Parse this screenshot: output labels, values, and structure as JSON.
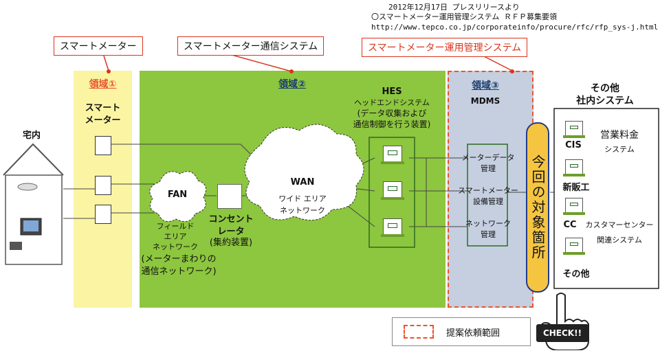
{
  "source": {
    "line1": "2012年12月17日 プレスリリースより",
    "line2": "〇スマートメーター運用管理システム ＲＦＰ募集要領",
    "line3": "http://www.tepco.co.jp/corporateinfo/procure/rfc/rfp_sys-j.html"
  },
  "callouts": {
    "smart_meter": "スマートメーター",
    "comm_system": "スマートメーター通信システム",
    "ops_system": "スマートメーター運用管理システム"
  },
  "home": {
    "label": "宅内"
  },
  "zone1": {
    "label": "領域①",
    "title_line1": "スマート",
    "title_line2": "メーター"
  },
  "zone2": {
    "label": "領域②",
    "fan": {
      "title": "FAN",
      "line1": "フィールド",
      "line2": "エリア",
      "line3": "ネットワーク",
      "line4": "(メーターまわりの",
      "line5": "通信ネットワーク)"
    },
    "concentrator": {
      "line1": "コンセント",
      "line2": "レータ",
      "line3": "(集約装置)"
    },
    "wan": {
      "title": "WAN",
      "line1": "ワイド エリア",
      "line2": "ネットワーク"
    },
    "hes": {
      "title": "HES",
      "line1": "ヘッドエンドシステム",
      "line2": "(データ収集および",
      "line3": "通信制御を行う装置)"
    }
  },
  "zone3": {
    "label": "領域③",
    "title": "MDMS",
    "item1_line1": "メーターデータ",
    "item1_line2": "管理",
    "item2_line1": "スマートメーター",
    "item2_line2": "設備管理",
    "item3_line1": "ネットワーク",
    "item3_line2": "管理"
  },
  "target": {
    "text": "今回の対象箇所"
  },
  "other": {
    "title_line1": "その他",
    "title_line2": "社内システム",
    "cis": "CIS",
    "eigyo_line1": "営業料金",
    "eigyo_line2": "システム",
    "shinhanko": "新販工",
    "cc": "CC",
    "cc_desc_line1": "カスタマーセンター",
    "cc_desc_line2": "関連システム",
    "sonota": "その他"
  },
  "legend": {
    "label": "提案依頼範囲"
  },
  "check": {
    "label": "CHECK!!"
  },
  "colors": {
    "zone1": "#fbf4a3",
    "zone2": "#8dc63f",
    "zone3": "#c5cfe0",
    "callout_border": "#d9341c",
    "target_fill": "#f5c542",
    "target_border": "#1f3c8a"
  }
}
